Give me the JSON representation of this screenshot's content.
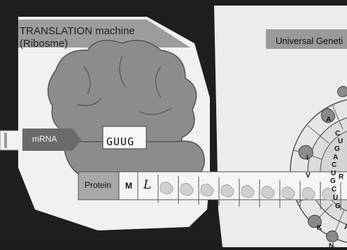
{
  "ribosome_card": {
    "title_line1": "TRANSLATION machine",
    "title_line2": "(Ribosme)",
    "mrna_label": "mRNA",
    "codon_text": "GUUG",
    "protein_label": "Protein",
    "amino_acid_1": "M",
    "amino_acid_2": "L"
  },
  "genetic_code_card": {
    "title": "Universal Geneti",
    "wheel_letters": [
      "A",
      "C",
      "U",
      "G",
      "A",
      "C",
      "U",
      "G",
      "C",
      "U",
      "G",
      "I",
      "V",
      "K",
      "N",
      "R",
      "A"
    ]
  },
  "colors": {
    "background": "#1c1c1c",
    "paper": "#f1f1f1",
    "ribosome": "#8c8c8c",
    "label_box": "#6e6e6e"
  }
}
